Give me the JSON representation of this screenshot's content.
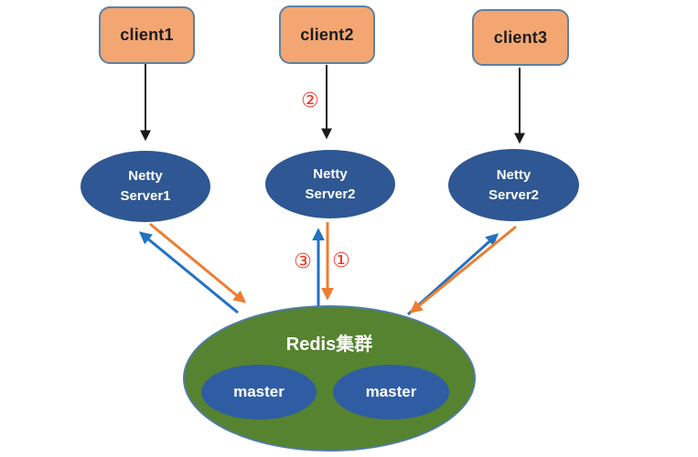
{
  "clients": [
    {
      "label": "client1"
    },
    {
      "label": "client2"
    },
    {
      "label": "client3"
    }
  ],
  "servers": [
    {
      "line1": "Netty",
      "line2": "Server1"
    },
    {
      "line1": "Netty",
      "line2": "Server2"
    },
    {
      "line1": "Netty",
      "line2": "Server2"
    }
  ],
  "cluster": {
    "label": "Redis集群",
    "masters": [
      {
        "label": "master"
      },
      {
        "label": "master"
      }
    ]
  },
  "steps": {
    "one": "①",
    "two": "②",
    "three": "③"
  },
  "colors": {
    "client_fill": "#f3a672",
    "client_border": "#5d81a0",
    "server_fill": "#2e5793",
    "cluster_fill": "#55832f",
    "cluster_border": "#4f7ca4",
    "master_fill": "#2f5da4",
    "arrow_black": "#1b1b1b",
    "arrow_blue": "#2272c3",
    "arrow_orange": "#ed7d31",
    "step_red": "#ef3527",
    "label_light": "#ffffff",
    "label_dark": "#1c1c1c"
  }
}
